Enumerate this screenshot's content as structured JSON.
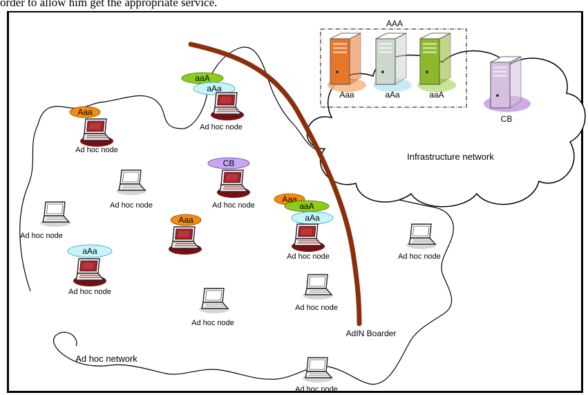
{
  "caption": "order to allow him get the appropriate service.",
  "aaa_group": {
    "label": "AAA",
    "servers": [
      "Aaa",
      "aAa",
      "aaA"
    ]
  },
  "cb_server": "CB",
  "infrastructure_label": "Infrastructure network",
  "border_label": "AdIN Boarder",
  "adhoc_network_label": "Ad hoc network",
  "node_label": "Ad hoc node",
  "tags": {
    "orange_aaa": "Aaa",
    "cyan_aaa": "aAa",
    "green_aaa": "aaA",
    "purple_cb": "CB"
  },
  "colors": {
    "border_line": "#8b2e0c",
    "tag_orange": "#f28c10",
    "tag_green": "#8ccc1a",
    "tag_cyan": "#c6f4fa",
    "tag_purple": "#c8a6f5",
    "server_orange": "#e8762a",
    "server_gray": "#cdd8cc",
    "server_green": "#8eb82c",
    "server_cb": "#d6bfe0"
  }
}
